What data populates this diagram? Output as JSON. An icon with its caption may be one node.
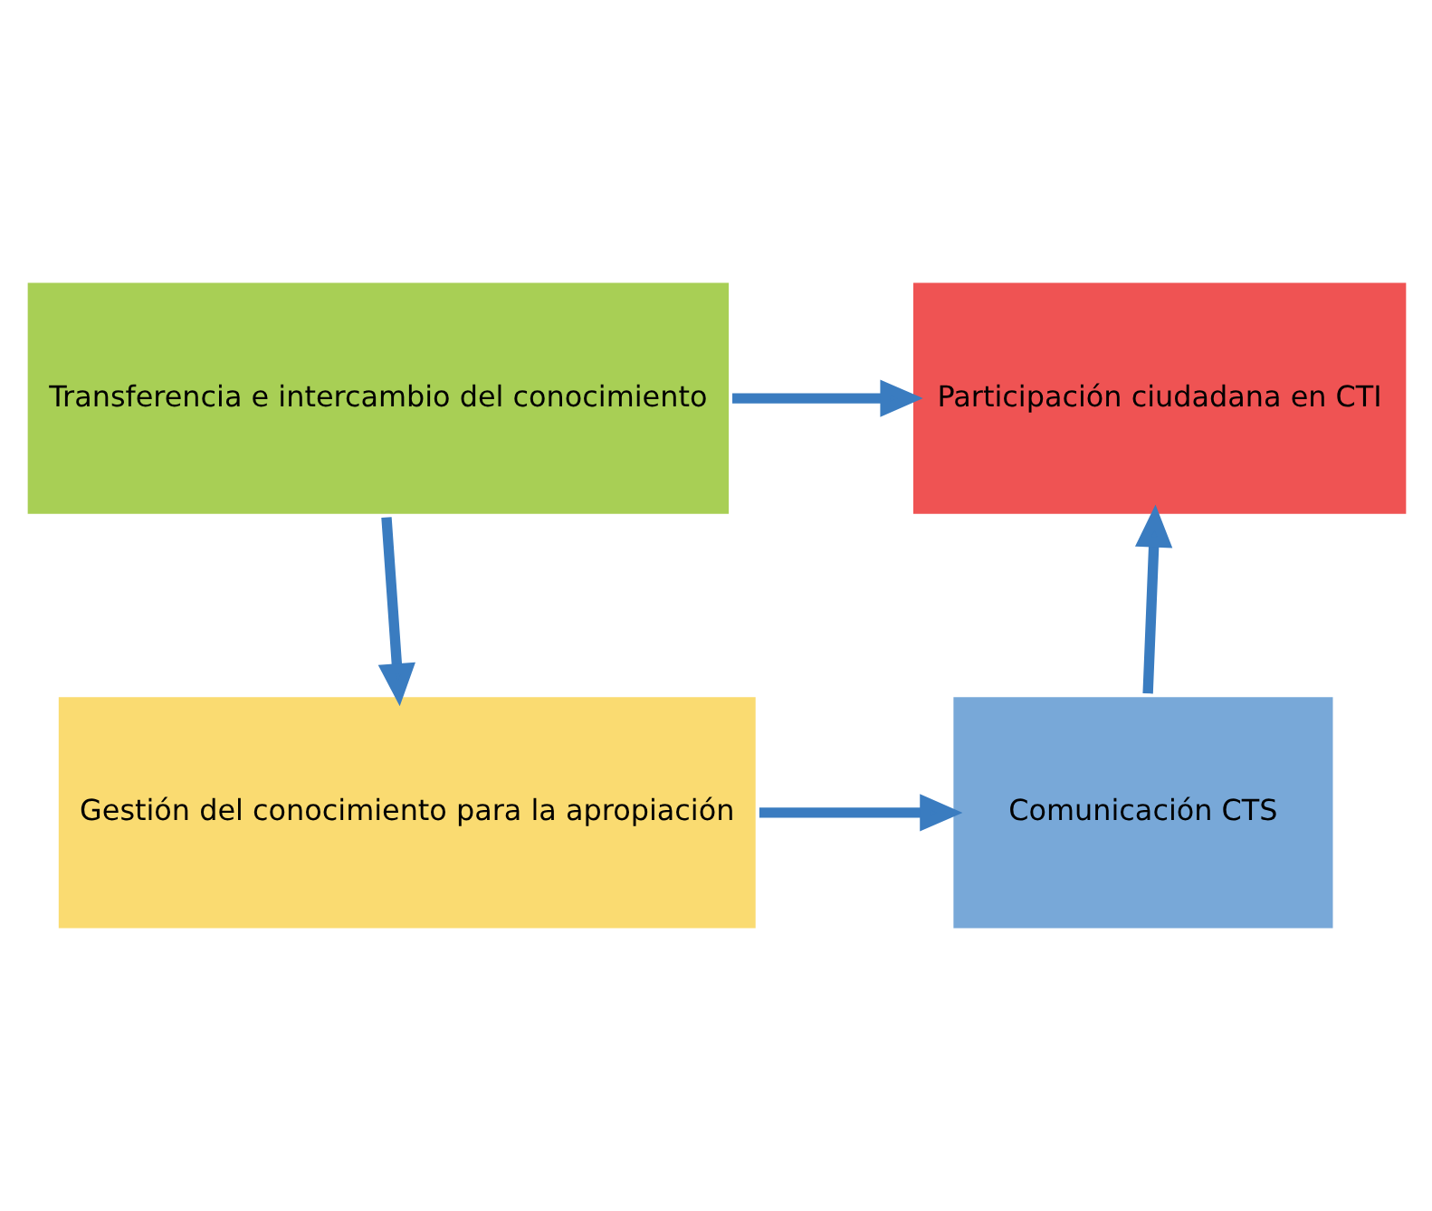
{
  "diagram": {
    "nodes": [
      {
        "text": [
          "Transferencia e intercambio del conocimiento"
        ]
      },
      {
        "text": [
          "Participación ciudadana en CTI"
        ]
      },
      {
        "text": [
          "Gestión del conocimiento para la apropiación"
        ]
      },
      {
        "text": [
          "Comunicación CTS"
        ]
      }
    ],
    "edges": [
      {
        "from": 0,
        "to": 1,
        "arrow": "to"
      },
      {
        "from": 0,
        "to": 2,
        "arrow": "to"
      },
      {
        "from": 2,
        "to": 3,
        "arrow": "to"
      },
      {
        "from": 3,
        "to": 1,
        "arrow": "to"
      }
    ]
  }
}
